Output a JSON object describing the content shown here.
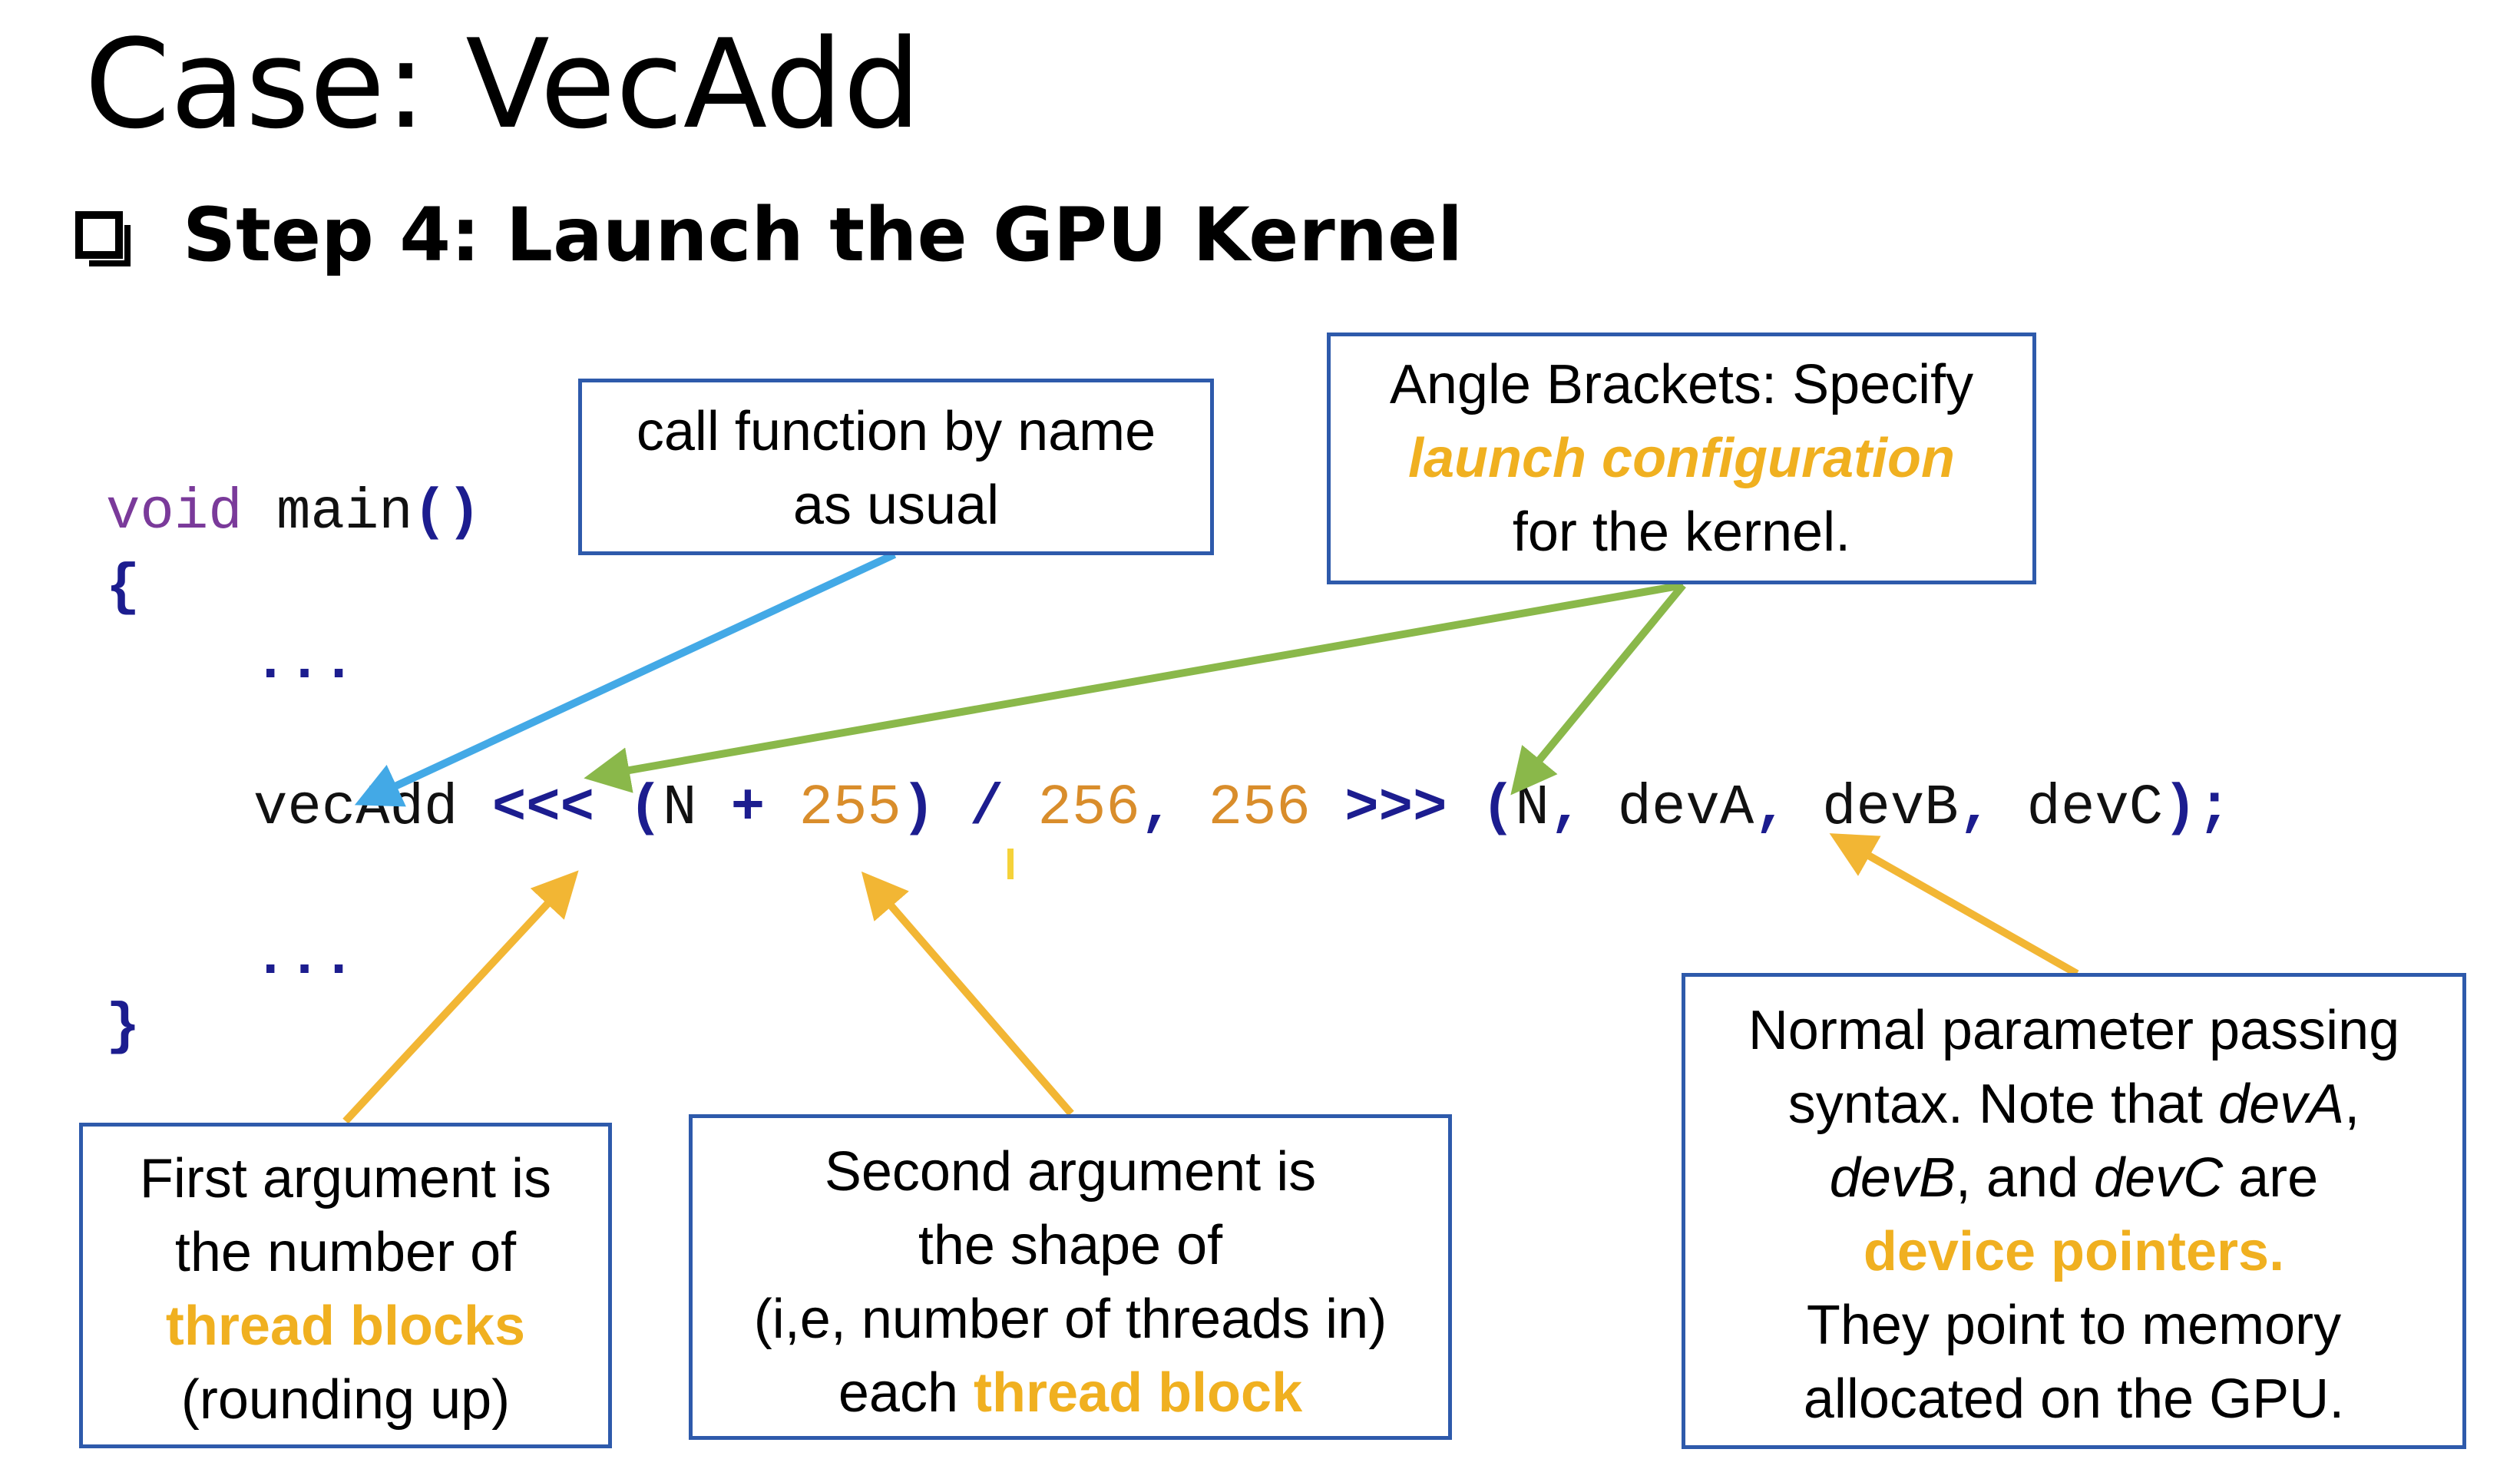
{
  "title": "Case: VecAdd",
  "subtitle": "Step 4: Launch the GPU Kernel",
  "code": {
    "line1_kw": "void",
    "line1_name": " main",
    "line1_paren": "()",
    "open_brace": "{",
    "ellipsis1": "...",
    "call": {
      "fn": "vecAdd ",
      "lt": "<<<",
      "sp1": " ",
      "paren_open": "(",
      "n1": "N ",
      "plus": "+",
      "sp2": " ",
      "c255": "255",
      "paren_close": ")",
      "sp3": " ",
      "div": "/",
      "sp4": " ",
      "c256a": "256",
      "comma1": ",",
      "sp5": " ",
      "c256b": "256",
      "sp6": " ",
      "gt": ">>>",
      "sp7": " ",
      "paren_open2": "(",
      "n2": "N",
      "comma2": ",",
      "deva": " devA",
      "comma3": ",",
      "devb": " devB",
      "comma4": ",",
      "devc": " devC",
      "paren_close2": ")",
      "semi": ";"
    },
    "ellipsis2": "...",
    "close_brace": "}"
  },
  "callouts": {
    "call_name": {
      "line1": "call function by name",
      "line2": "as usual"
    },
    "angle": {
      "line1": "Angle Brackets: Specify",
      "line2_hl": "launch configuration",
      "line3": "for the kernel."
    },
    "first_arg": {
      "line1": "First argument is",
      "line2": "the number of",
      "line3_hl": "thread blocks",
      "line4": "(rounding up)"
    },
    "second_arg": {
      "line1": "Second argument is",
      "line2": "the shape of",
      "line3": "(i,e, number of threads in)",
      "line4_pre": "each ",
      "line4_hl": "thread block"
    },
    "params": {
      "line1": "Normal parameter passing",
      "line2_pre": "syntax. Note that ",
      "line2_it": "devA",
      "line2_post": ",",
      "line3_it1": "devB",
      "line3_mid": ", and ",
      "line3_it2": "devC",
      "line3_post": " are",
      "line4_hl": "device pointers.",
      "line5": "They point to memory",
      "line6": "allocated on the GPU."
    }
  },
  "colors": {
    "blue_arrow": "#43a9e6",
    "green_arrow": "#8ab84a",
    "orange_arrow": "#f2b634",
    "box_border": "#2e5aab",
    "highlight": "#f0b020"
  }
}
